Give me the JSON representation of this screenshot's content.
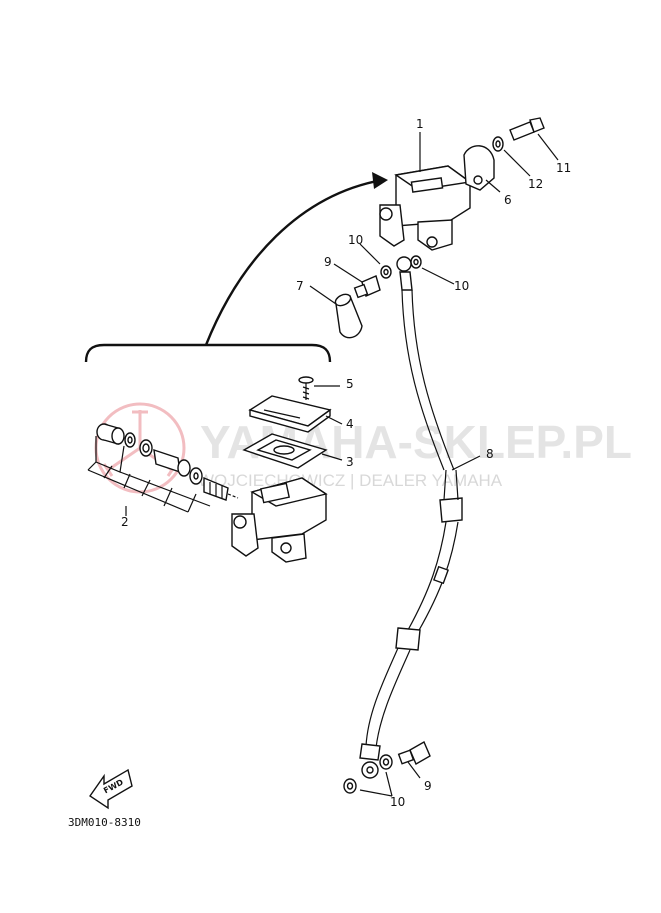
{
  "watermark": {
    "title": "YAMAHA-SKLEP.PL",
    "subtitle": "WOJCIECHOWICZ | DEALER YAMAHA",
    "logo_color": "#e8888f"
  },
  "callouts": {
    "c1": "1",
    "c2": "2",
    "c3": "3",
    "c4": "4",
    "c5": "5",
    "c6": "6",
    "c7": "7",
    "c8": "8",
    "c9a": "9",
    "c9b": "9",
    "c10a": "10",
    "c10b": "10",
    "c10c": "10",
    "c11": "11",
    "c12": "12"
  },
  "fwd_label": "FWD",
  "diagram_code": "3DM010-8310"
}
